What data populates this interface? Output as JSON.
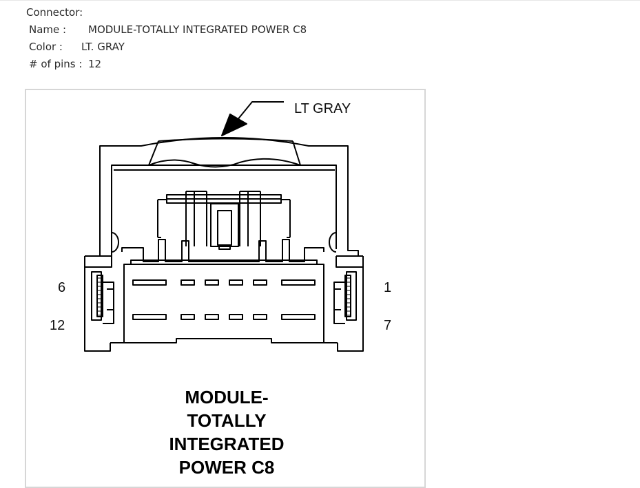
{
  "connector": {
    "heading": "Connector:",
    "name_label": "Name :",
    "name_value": "MODULE-TOTALLY INTEGRATED POWER C8",
    "color_label": "Color :",
    "color_value": "LT. GRAY",
    "pins_label": "# of pins :",
    "pins_value": "12"
  },
  "diagram": {
    "color_callout": "LT GRAY",
    "pin_labels": {
      "top_left": "6",
      "bottom_left": "12",
      "top_right": "1",
      "bottom_right": "7"
    },
    "title_lines": [
      "MODULE-",
      "TOTALLY",
      "INTEGRATED",
      "POWER C8"
    ]
  }
}
